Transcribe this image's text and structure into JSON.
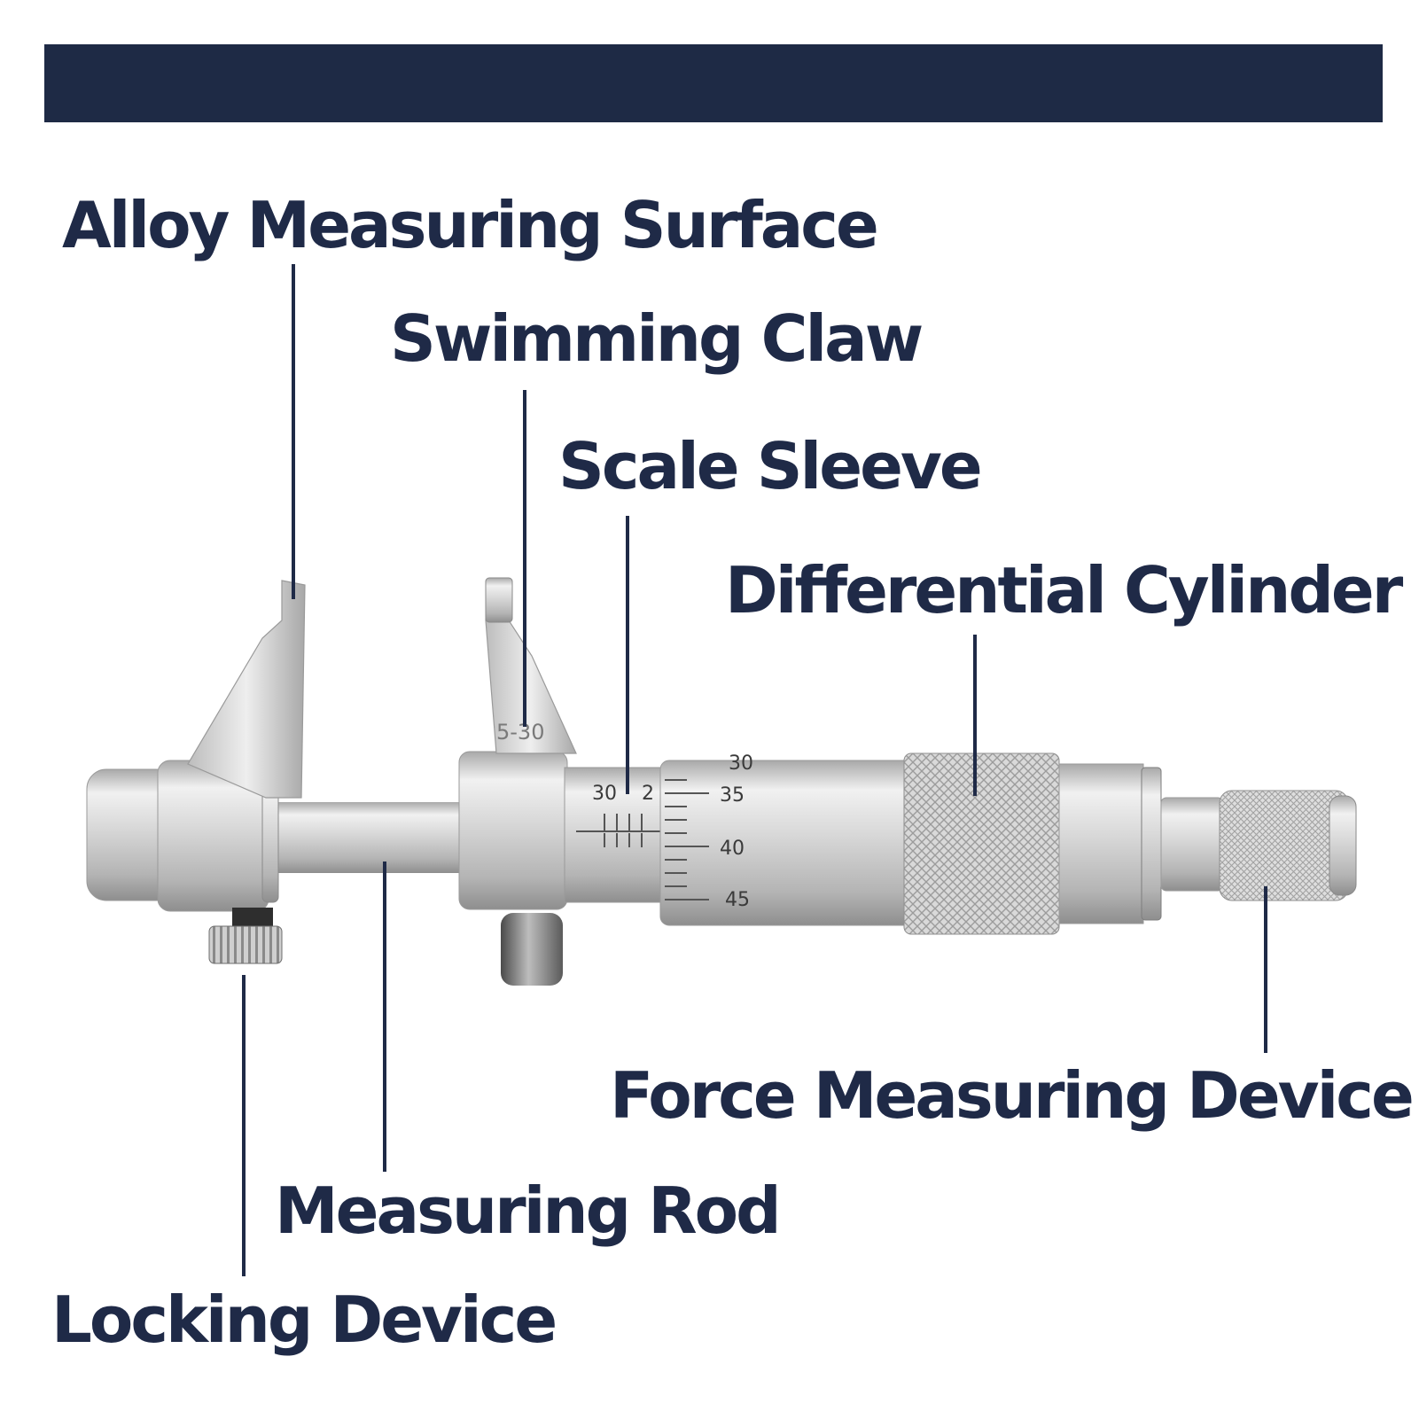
{
  "colors": {
    "banner": "#1e2a45",
    "label_text": "#1f2a47",
    "leader_line": "#1f2a47",
    "metal_light": "#ececec",
    "metal_mid": "#c9c9c9",
    "metal_dark": "#8f8f8f"
  },
  "labels": {
    "alloy_measuring_surface": "Alloy Measuring Surface",
    "swimming_claw": "Swimming Claw",
    "scale_sleeve": "Scale Sleeve",
    "differential_cylinder": "Differential Cylinder",
    "force_measuring_device": "Force Measuring Device",
    "measuring_rod": "Measuring Rod",
    "locking_device": "Locking Device"
  },
  "micrometer_markings": {
    "claw_range": "5-30",
    "sleeve_mark": "30",
    "sleeve_mark_2": "2",
    "thimble_top": "30",
    "thimble_35": "35",
    "thimble_40": "40",
    "thimble_45": "45"
  }
}
